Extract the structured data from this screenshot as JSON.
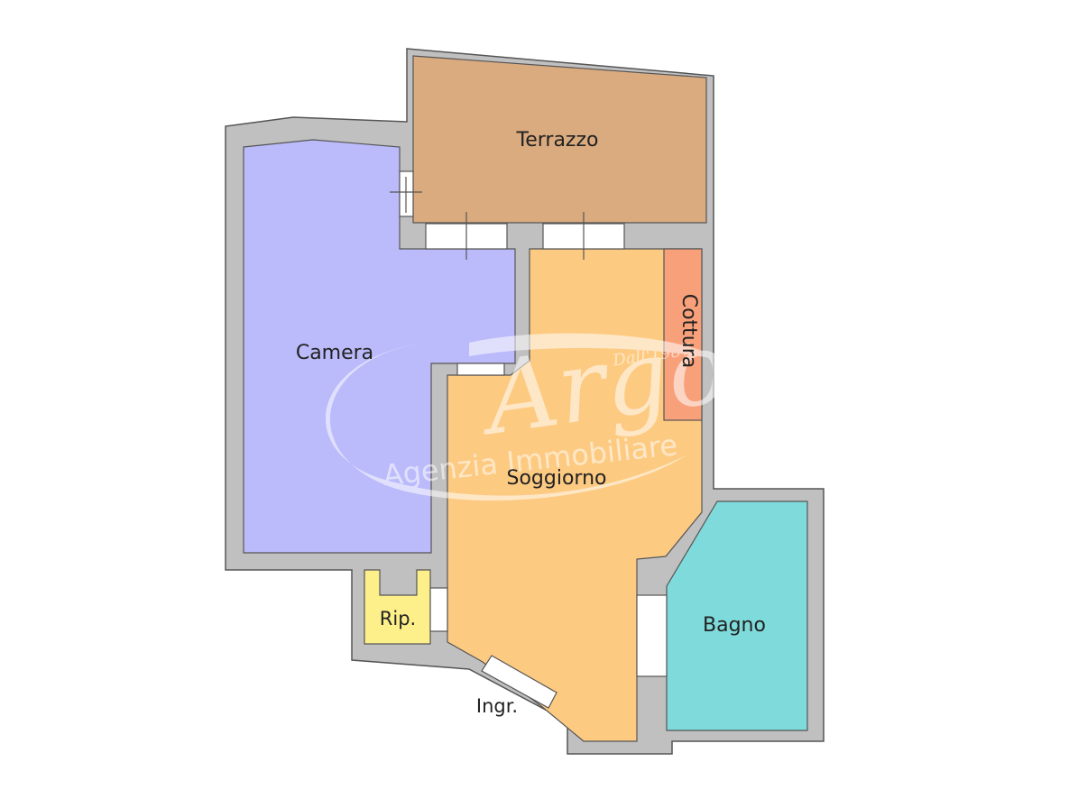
{
  "rooms": {
    "terrazzo": "Terrazzo",
    "camera": "Camera",
    "soggiorno": "Soggiorno",
    "cottura": "Cottura",
    "bagno": "Bagno",
    "ripostiglio": "Rip.",
    "ingresso": "Ingr."
  },
  "watermark": {
    "brand": "Argo",
    "small": "Dall'1987",
    "subtitle": "Agenzia Immobiliare"
  },
  "colors": {
    "wall": "#c0c0c0",
    "outline": "#555555",
    "terrazzo": "#dbab80",
    "camera": "#bbbbfb",
    "soggiorno": "#fdca82",
    "cottura": "#f8a07a",
    "bagno": "#7fdbdb",
    "ripostiglio": "#fdf08a",
    "opening": "#ffffff"
  }
}
